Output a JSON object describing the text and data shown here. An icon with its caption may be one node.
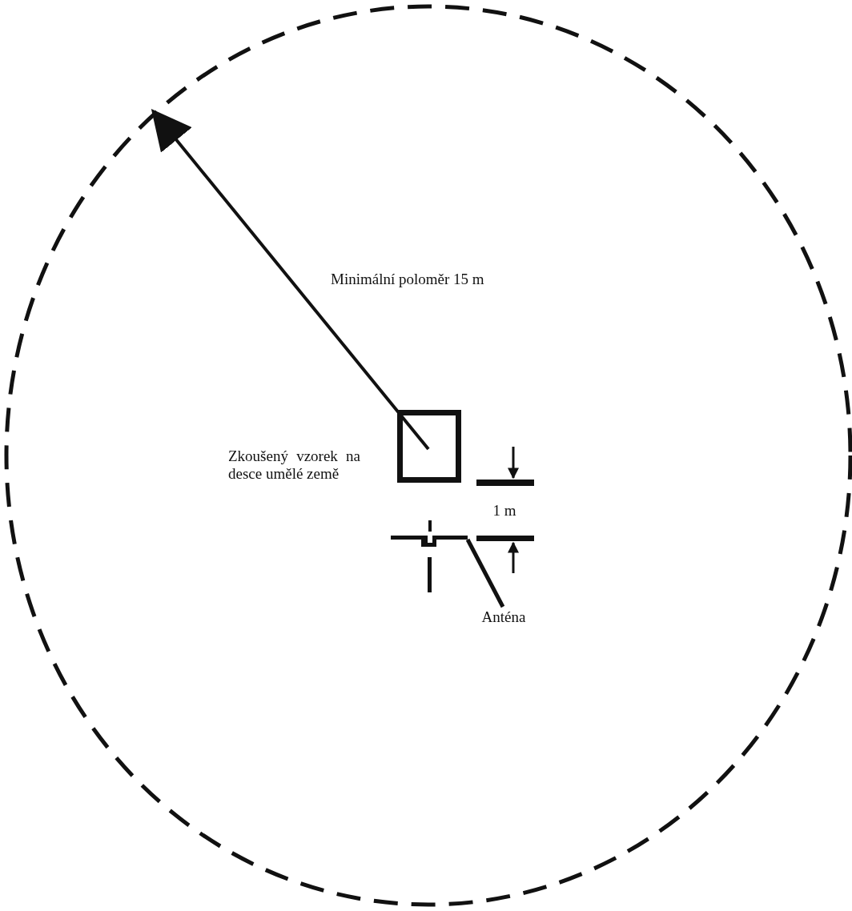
{
  "diagram": {
    "nodes": [
      {
        "text": [],
        "shape": "box",
        "beside": [
          "Zkoušený vzorek na desce umělé země"
        ]
      },
      {
        "text": [],
        "shape": "antenna"
      },
      {
        "text": [
          "Anténa"
        ]
      }
    ],
    "edges": [
      {
        "from": 2,
        "to": 1,
        "arrow": "none"
      }
    ],
    "labels": [
      "Minimální poloměr 15 m",
      "1 m"
    ]
  }
}
